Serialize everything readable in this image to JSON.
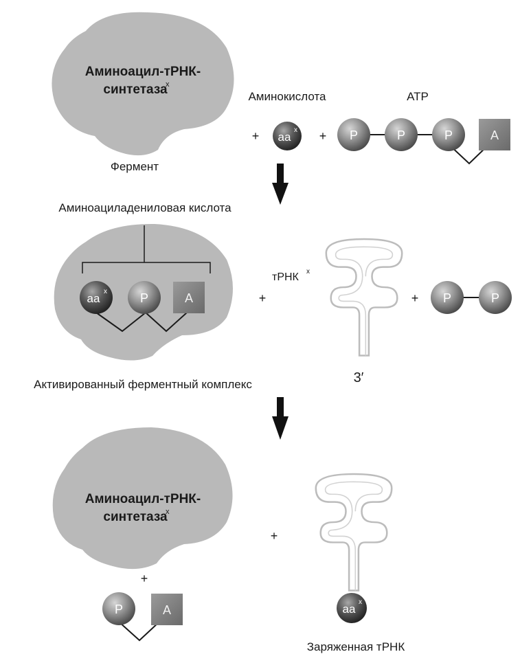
{
  "step1": {
    "enzyme_name_line1": "Аминоацил-тРНК-",
    "enzyme_name_line2": "синтетаза",
    "enzyme_sup": "x",
    "enzyme_caption": "Фермент",
    "amino_acid_label": "Аминокислота",
    "atp_label": "АТР",
    "aa_ball": "aa",
    "aa_sup": "x",
    "plus": "+",
    "p": "P",
    "a": "A"
  },
  "step2": {
    "complex_label": "Аминоациладениловая кислота",
    "trna_label": "тРНК",
    "trna_sup": "x",
    "three_prime": "3′",
    "activated_label": "Активированный ферментный комплекс",
    "aa_ball": "aa",
    "aa_sup": "x",
    "plus": "+",
    "p": "P",
    "a": "A"
  },
  "step3": {
    "enzyme_name_line1": "Аминоацил-тРНК-",
    "enzyme_name_line2": "синтетаза",
    "enzyme_sup": "x",
    "charged_label": "Заряженная тРНК",
    "aa_ball": "aa",
    "aa_sup": "x",
    "plus": "+",
    "p": "P",
    "a": "A"
  },
  "colors": {
    "enzyme_fill": "#b9b9b9",
    "ball_fill": "#8c8c8c",
    "square_fill": "#7a7a7a",
    "trna_stroke": "#bcbcbc",
    "line": "#1a1a1a"
  }
}
